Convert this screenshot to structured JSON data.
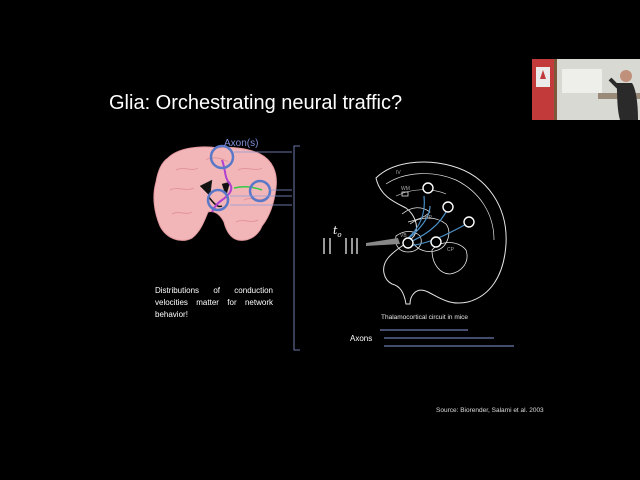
{
  "slide": {
    "title": "Glia: Orchestrating neural traffic?",
    "axon_label": "Axon(s)",
    "distribution_text": "Distributions of conduction velocities matter for network behavior!",
    "thalamo_caption": "Thalamocortical circuit in mice",
    "axons_label": "Axons",
    "t0_symbol": "t",
    "t0_subscript": "o",
    "source": "Source: Biorender, Salami et al. 2003",
    "regions": {
      "iv": "IV",
      "wm": "WM",
      "hp": "HP",
      "vb": "VB",
      "cp": "CP"
    }
  },
  "colors": {
    "background": "#000000",
    "axon_label": "#7f8fd6",
    "circle_outline": "#5a78c8",
    "brain": "#f2b6b9",
    "axon_lines": "#8a9ad8",
    "purple_axon": "#b040d0",
    "green_axon": "#33cc44"
  }
}
